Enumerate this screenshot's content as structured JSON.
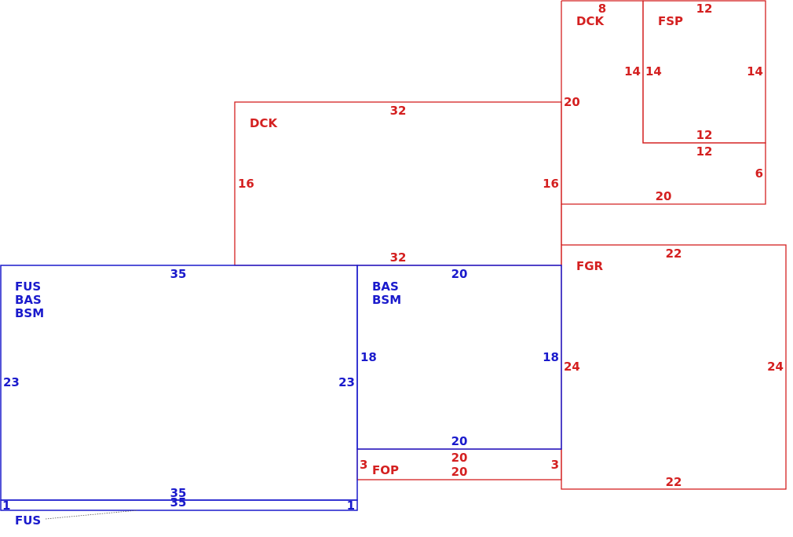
{
  "colors": {
    "upper_floor": "#d42020",
    "main_floor": "#1a1acc"
  },
  "rooms": {
    "dck_upper": {
      "label": "DCK",
      "top": "8",
      "right": "14",
      "left": "20",
      "bottom": "20",
      "right_lower": "6"
    },
    "fsp": {
      "label": "FSP",
      "top": "12",
      "left": "14",
      "right": "14",
      "bottom": "12",
      "below": "12"
    },
    "dck_mid": {
      "label": "DCK",
      "top": "32",
      "left": "16",
      "right": "16",
      "bottom": "32"
    },
    "fgr": {
      "label": "FGR",
      "top": "22",
      "left": "24",
      "right": "24",
      "bottom": "22"
    },
    "main_left": {
      "labels": [
        "FUS",
        "BAS",
        "BSM"
      ],
      "top": "35",
      "left": "23",
      "right": "23",
      "bottom": "35"
    },
    "main_right": {
      "labels": [
        "BAS",
        "BSM"
      ],
      "top": "20",
      "left": "18",
      "right": "18",
      "bottom": "20"
    },
    "fop": {
      "label": "FOP",
      "top": "20",
      "bottom": "20",
      "left": "3",
      "right": "3"
    },
    "fus_strip": {
      "label": "FUS",
      "top": "35",
      "left": "1",
      "right": "1"
    }
  }
}
